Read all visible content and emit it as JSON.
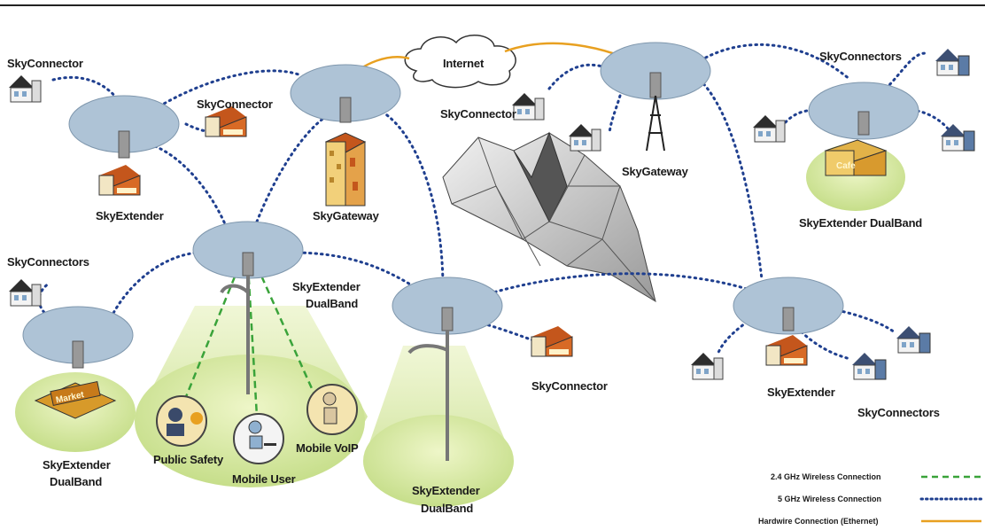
{
  "labels": {
    "skyconnector_top_left": "SkyConnector",
    "skyconnector_mid_left": "SkyConnector",
    "skyextender_top_left": "SkyExtender",
    "skygateway_left": "SkyGateway",
    "internet": "Internet",
    "skyconnector_center": "SkyConnector",
    "skygateway_right": "SkyGateway",
    "skyconnectors_top_right": "SkyConnectors",
    "skyextender_dualband_right": "SkyExtender DualBand",
    "skyconnectors_left": "SkyConnectors",
    "skyextender_dualband_center_1": "SkyExtender",
    "skyextender_dualband_center_2": "DualBand",
    "skyconnector_lower_center": "SkyConnector",
    "skyextender_lower_right": "SkyExtender",
    "skyconnectors_lower_right": "SkyConnectors",
    "skyextender_dualband_bl_1": "SkyExtender",
    "skyextender_dualband_bl_2": "DualBand",
    "skyextender_dualband_bc_1": "SkyExtender",
    "skyextender_dualband_bc_2": "DualBand",
    "public_safety": "Public Safety",
    "mobile_user": "Mobile User",
    "mobile_voip": "Mobile  VoIP",
    "market_sign": "Market",
    "cafe_sign": "Cafe"
  },
  "legend": {
    "ghz24": "2.4 GHz Wireless Connection",
    "ghz5": "5 GHz Wireless Connection",
    "hardwire": "Hardwire Connection (Ethernet)"
  },
  "colors": {
    "ghz24_line": "#3aa33a",
    "ghz5_line": "#1f3f8f",
    "hardwire_line": "#e8a020",
    "disc": "#aec3d6",
    "coverage": "#cfe39a"
  }
}
